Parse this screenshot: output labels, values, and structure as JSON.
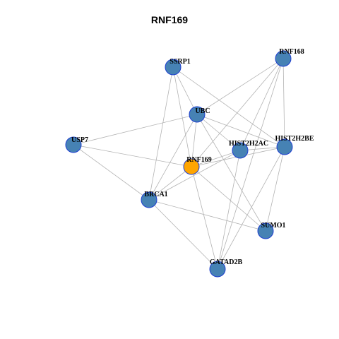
{
  "title": "RNF169",
  "colors": {
    "node_fill": "#4682b4",
    "focus_fill": "#ffa500",
    "node_stroke": "#1f3fd0",
    "edge": "#b3b3b3"
  },
  "nodes": [
    {
      "id": "RNF168",
      "label": "RNF168",
      "focus": false
    },
    {
      "id": "SSRP1",
      "label": "SSRP1",
      "focus": false
    },
    {
      "id": "UBC",
      "label": "UBC",
      "focus": false
    },
    {
      "id": "USP7",
      "label": "USP7",
      "focus": false
    },
    {
      "id": "HIST2H2AC",
      "label": "HIST2H2AC",
      "focus": false
    },
    {
      "id": "HIST2H2BE",
      "label": "HIST2H2BE",
      "focus": false
    },
    {
      "id": "RNF169",
      "label": "RNF169",
      "focus": true
    },
    {
      "id": "BRCA1",
      "label": "BRCA1",
      "focus": false
    },
    {
      "id": "SUMO1",
      "label": "SUMO1",
      "focus": false
    },
    {
      "id": "GATAD2B",
      "label": "GATAD2B",
      "focus": false
    }
  ],
  "edges": [
    [
      "SSRP1",
      "UBC"
    ],
    [
      "SSRP1",
      "RNF169"
    ],
    [
      "SSRP1",
      "HIST2H2BE"
    ],
    [
      "SSRP1",
      "BRCA1"
    ],
    [
      "RNF168",
      "UBC"
    ],
    [
      "RNF168",
      "HIST2H2AC"
    ],
    [
      "RNF168",
      "HIST2H2BE"
    ],
    [
      "RNF168",
      "RNF169"
    ],
    [
      "RNF168",
      "GATAD2B"
    ],
    [
      "UBC",
      "USP7"
    ],
    [
      "UBC",
      "HIST2H2AC"
    ],
    [
      "UBC",
      "HIST2H2BE"
    ],
    [
      "UBC",
      "RNF169"
    ],
    [
      "UBC",
      "BRCA1"
    ],
    [
      "UBC",
      "SUMO1"
    ],
    [
      "USP7",
      "RNF169"
    ],
    [
      "USP7",
      "BRCA1"
    ],
    [
      "HIST2H2AC",
      "RNF169"
    ],
    [
      "HIST2H2AC",
      "HIST2H2BE"
    ],
    [
      "HIST2H2AC",
      "BRCA1"
    ],
    [
      "HIST2H2AC",
      "GATAD2B"
    ],
    [
      "HIST2H2BE",
      "RNF169"
    ],
    [
      "HIST2H2BE",
      "SUMO1"
    ],
    [
      "HIST2H2BE",
      "GATAD2B"
    ],
    [
      "RNF169",
      "BRCA1"
    ],
    [
      "RNF169",
      "SUMO1"
    ],
    [
      "RNF169",
      "GATAD2B"
    ],
    [
      "BRCA1",
      "SUMO1"
    ],
    [
      "BRCA1",
      "GATAD2B"
    ]
  ]
}
